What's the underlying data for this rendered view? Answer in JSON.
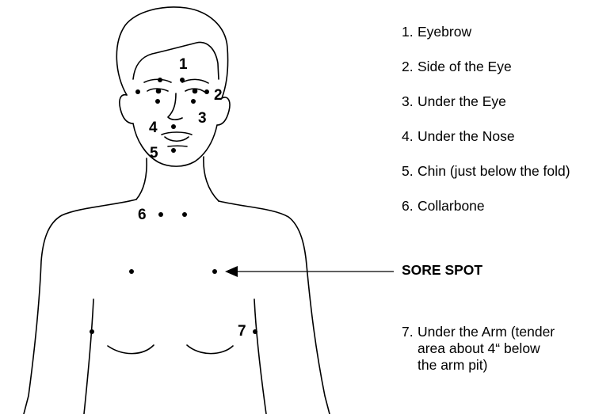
{
  "points": [
    {
      "number": "1",
      "name": "Eyebrow"
    },
    {
      "number": "2",
      "name": "Side of the Eye"
    },
    {
      "number": "3",
      "name": "Under the Eye"
    },
    {
      "number": "4",
      "name": "Under the Nose"
    },
    {
      "number": "5",
      "name": "Chin (just below the fold)"
    },
    {
      "number": "6",
      "name": "Collarbone"
    },
    {
      "number": "7",
      "name": "Under the Arm (tender\narea about 4“ below\nthe arm pit)"
    }
  ],
  "sore_spot_label": "SORE SPOT",
  "colors": {
    "line": "#000000",
    "background": "#ffffff"
  }
}
